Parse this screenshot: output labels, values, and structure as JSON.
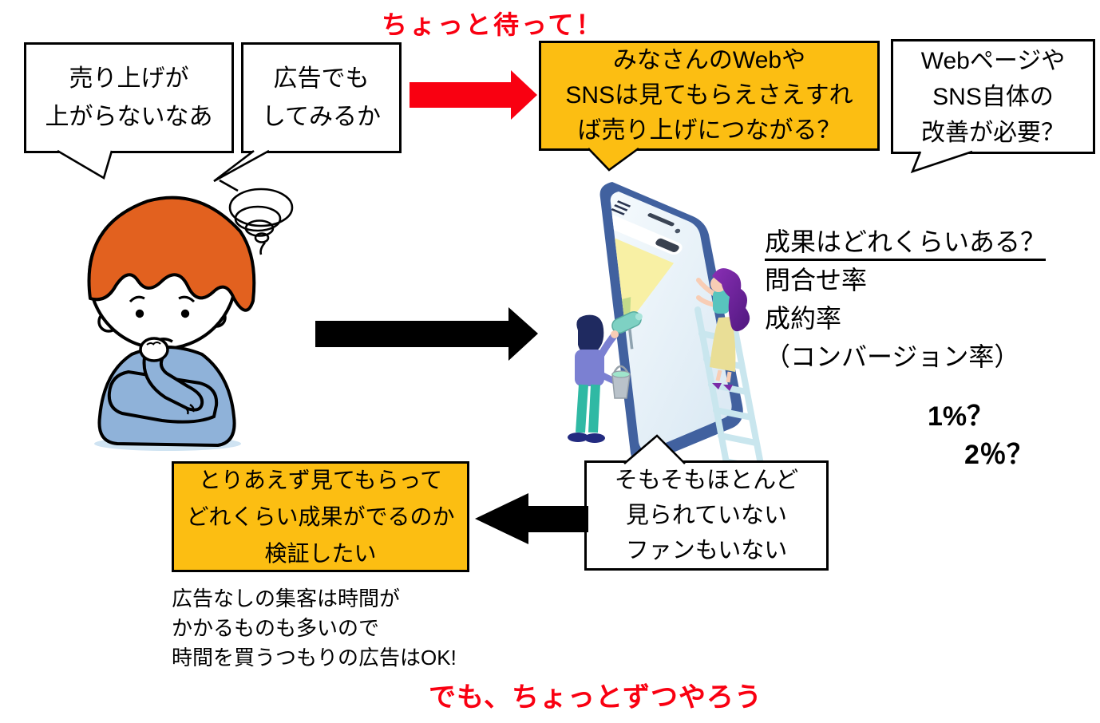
{
  "colors": {
    "highlight_yellow": "#FCBE12",
    "alert_red": "#F90011",
    "outline_black": "#000000",
    "phone_frame_blue": "#41619F"
  },
  "top": {
    "warning_text": "ちょっと待って！",
    "sales_bubble": {
      "line1": "売り上げが",
      "line2": "上がらないなあ"
    },
    "ad_bubble": {
      "line1": "広告でも",
      "line2": "してみるか"
    },
    "question_box": {
      "line1": "みなさんのWebや",
      "line2": "SNSは見てもらえさえすれ",
      "line3": "ば売り上げにつながる？"
    },
    "improve_bubble": {
      "line1": "Webページや",
      "line2": "SNS自体の",
      "line3": "改善が必要？"
    }
  },
  "results": {
    "title": "成果はどれくらいある？",
    "metric1": "問合せ率",
    "metric2": "成約率",
    "metric3": "（コンバージョン率）",
    "percent_guess_1": "1%？",
    "percent_guess_2": "2％？"
  },
  "bottom": {
    "not_seen_bubble": {
      "line1": "そもそもほとんど",
      "line2": "見られていない",
      "line3": "ファンもいない"
    },
    "verify_box": {
      "line1": "とりあえず見てもらって",
      "line2": "どれくらい成果がでるのか",
      "line3": "検証したい"
    },
    "note": {
      "line1": "広告なしの集客は時間が",
      "line2": "かかるものも多いので",
      "line3": "時間を買うつもりの広告はOK!"
    },
    "conclusion": "でも、ちょっとずつやろう"
  }
}
